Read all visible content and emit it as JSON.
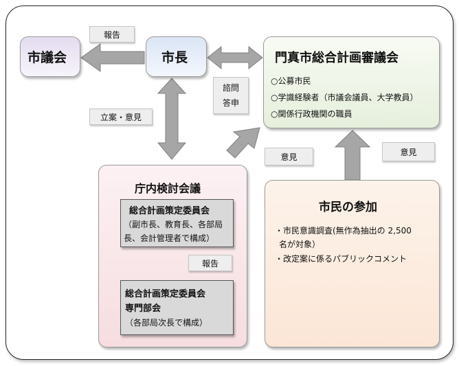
{
  "diagram": {
    "city_council": "市議会",
    "mayor": "市長",
    "deliberation_council": {
      "title": "門真市総合計画審議会",
      "members": [
        "○公募市民",
        "○学識経験者（市議会議員、大学教員）",
        "○関係行政機関の職員"
      ]
    },
    "internal_meeting": {
      "title": "庁内検討会議",
      "committee": {
        "title": "総合計画策定委員会",
        "desc_line1": "（副市長、教育長、各部局",
        "desc_line2": "長、会計管理者で構成）"
      },
      "subcommittee": {
        "title_line1": "総合計画策定委員会",
        "title_line2": "専門部会",
        "desc": "（各部局次長で構成）"
      }
    },
    "citizen_participation": {
      "title": "市民の参加",
      "line1": "・市民意識調査(無作為抽出の 2,500",
      "line2": "名が対象）",
      "line3": "・改定案に係るパブリックコメント"
    },
    "labels": {
      "report_top": "報告",
      "drafting_opinion": "立案・意見",
      "inquiry": "諮問",
      "response": "答申",
      "opinion_mid": "意見",
      "opinion_right": "意見",
      "report_inner": "報告"
    },
    "colors": {
      "city_council_fill": "#e4dcf0",
      "mayor_fill": "#dbe5f5",
      "deliberation_fill": "#e6efdc",
      "internal_fill": "#f6dde0",
      "citizen_fill": "#fbe6d6",
      "arrow_fill": "#a6a6a6",
      "label_fill": "#eeeeee"
    }
  }
}
